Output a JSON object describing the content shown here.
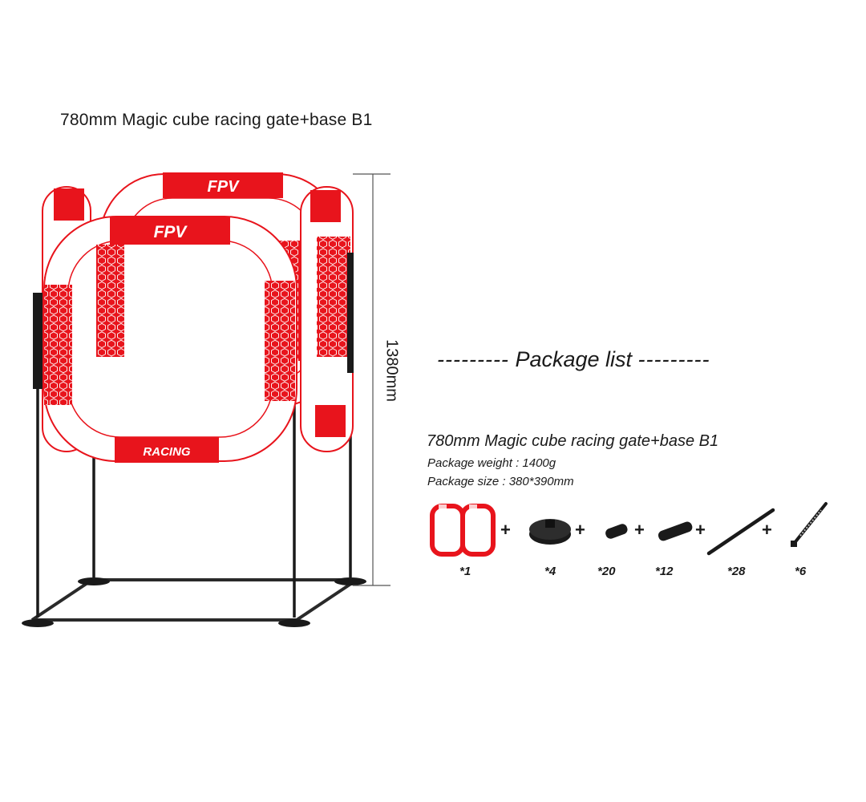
{
  "title": "780mm Magic cube racing gate+base B1",
  "dimension_label": "1380mm",
  "gate_banners": {
    "top": "FPV",
    "bottom": "RACING"
  },
  "package": {
    "heading": "Package list",
    "heading_dashes_left": "---------",
    "heading_dashes_right": "---------",
    "product": "780mm Magic cube racing gate+base B1",
    "weight": "Package weight : 1400g",
    "size": "Package size : 380*390mm",
    "items": [
      {
        "icon": "gate-pair-icon",
        "qty": "*1"
      },
      {
        "icon": "base-disc-icon",
        "qty": "*4"
      },
      {
        "icon": "connector-short-icon",
        "qty": "*20"
      },
      {
        "icon": "connector-long-icon",
        "qty": "*12"
      },
      {
        "icon": "pole-icon",
        "qty": "*28"
      },
      {
        "icon": "stake-icon",
        "qty": "*6"
      }
    ],
    "separator": "+"
  },
  "colors": {
    "red": "#e8141c",
    "white": "#ffffff",
    "pole": "#1a1a1a"
  }
}
